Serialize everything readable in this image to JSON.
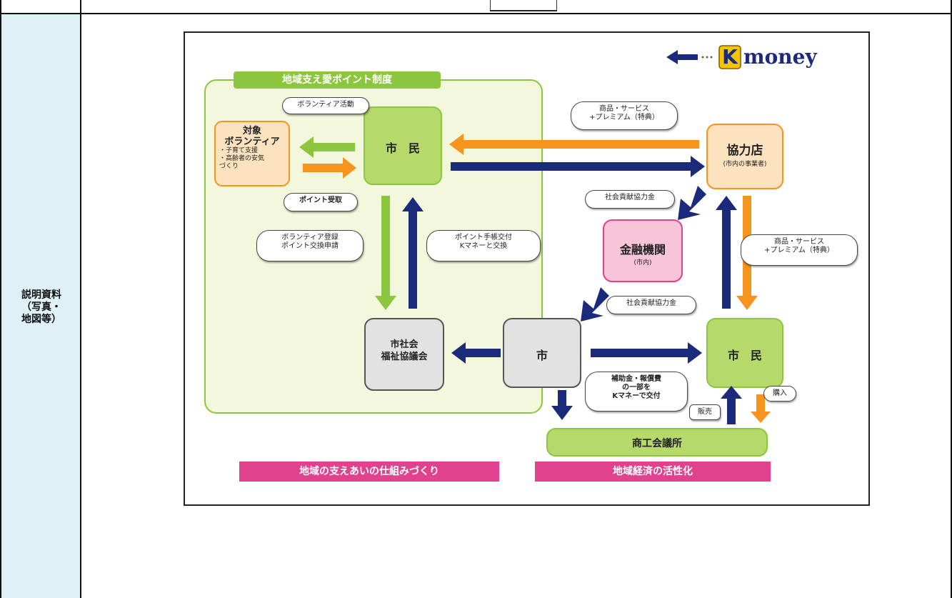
{
  "left_cell": {
    "label": "説明資料\n（写真・\n地図等）"
  },
  "diagram": {
    "brand": {
      "letter": "K",
      "rest": "money"
    },
    "program_tab": "地域支え愛ポイント制度",
    "boxes": {
      "volunteer": {
        "title": "対象\nボランティア",
        "sub": "・子育て支援\n・高齢者の安気\n  づくり"
      },
      "citizen_top": "市　民",
      "store": {
        "title": "協力店",
        "sub": "(市内の事業者)"
      },
      "bank": {
        "title": "金融機関",
        "sub": "(市内)"
      },
      "welfare": "市社会\n福祉協議会",
      "city": "市",
      "citizen_bottom": "市　民",
      "chamber": "商工会議所"
    },
    "bubbles": {
      "volunteer_activity": "ボランティア活動",
      "point_receive": "ポイント受取",
      "goods_top": "商品・サービス\n+プレミアム（特典）",
      "social_contribution_1": "社会貢献協力金",
      "volunteer_register": "ボランティア登録\nポイント交換申請",
      "point_book": "ポイント手帳交付\nKマネーと交換",
      "goods_right": "商品・サービス\n+プレミアム（特典）",
      "social_contribution_2": "社会貢献協力金",
      "subsidy": "補助金・報償費\nの一部を\nKマネーで交付",
      "sell": "販売",
      "buy": "購入"
    },
    "footers": {
      "left": "地域の支えあいの仕組みづくり",
      "right": "地域経済の活性化"
    },
    "colors": {
      "green": "#8cc63f",
      "orange": "#f7941d",
      "navy": "#1b2a7a",
      "pink": "#e0428e",
      "panel": "#f3f7dc"
    }
  }
}
